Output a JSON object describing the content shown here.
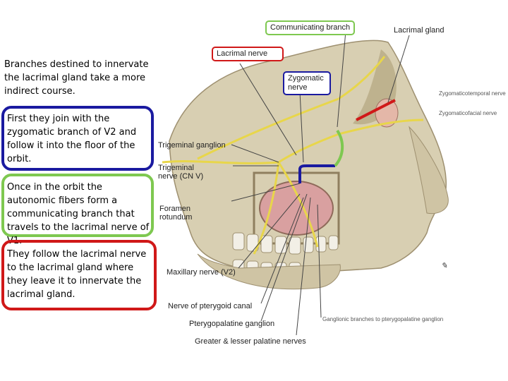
{
  "text_panel": {
    "intro": "Branches destined to innervate the lacrimal gland take a more indirect course.",
    "step1": "First they join with the zygomatic branch of V2 and follow it into the floor of the orbit.",
    "step2": "Once in the orbit the autonomic fibers form a communicating branch that travels to the lacrimal nerve of V1.",
    "step3": "They follow the lacrimal nerve to the lacrimal gland where they leave it to innervate the lacrimal gland."
  },
  "callouts": {
    "communicating_branch": "Communicating branch",
    "lacrimal_nerve": "Lacrimal nerve",
    "zygomatic_nerve": "Zygomatic nerve"
  },
  "labels": {
    "lacrimal_gland": "Lacrimal gland",
    "zygomaticotemporal": "Zygomaticotemporal nerve",
    "zygomaticofacial": "Zygomaticofacial nerve",
    "trigeminal_ganglion": "Trigeminal ganglion",
    "trigeminal_nerve": "Trigeminal nerve (CN V)",
    "foramen_rotundum": "Foramen rotundum",
    "maxillary_nerve": "Maxillary nerve (V2)",
    "pterygoid_canal": "Nerve of pterygoid canal",
    "pterygopalatine_ganglion": "Pterygopalatine ganglion",
    "ganglionic_branches": "Ganglionic branches to pterygopalatine ganglion",
    "palatine_nerves": "Greater & lesser palatine nerves"
  },
  "colors": {
    "blue": "#1a1aa0",
    "green": "#7ec850",
    "red": "#d01818",
    "bone": "#d8cfb2",
    "bone_dark": "#b8aa85",
    "nerve": "#e8d64a",
    "sinus": "#d9a0a0"
  }
}
